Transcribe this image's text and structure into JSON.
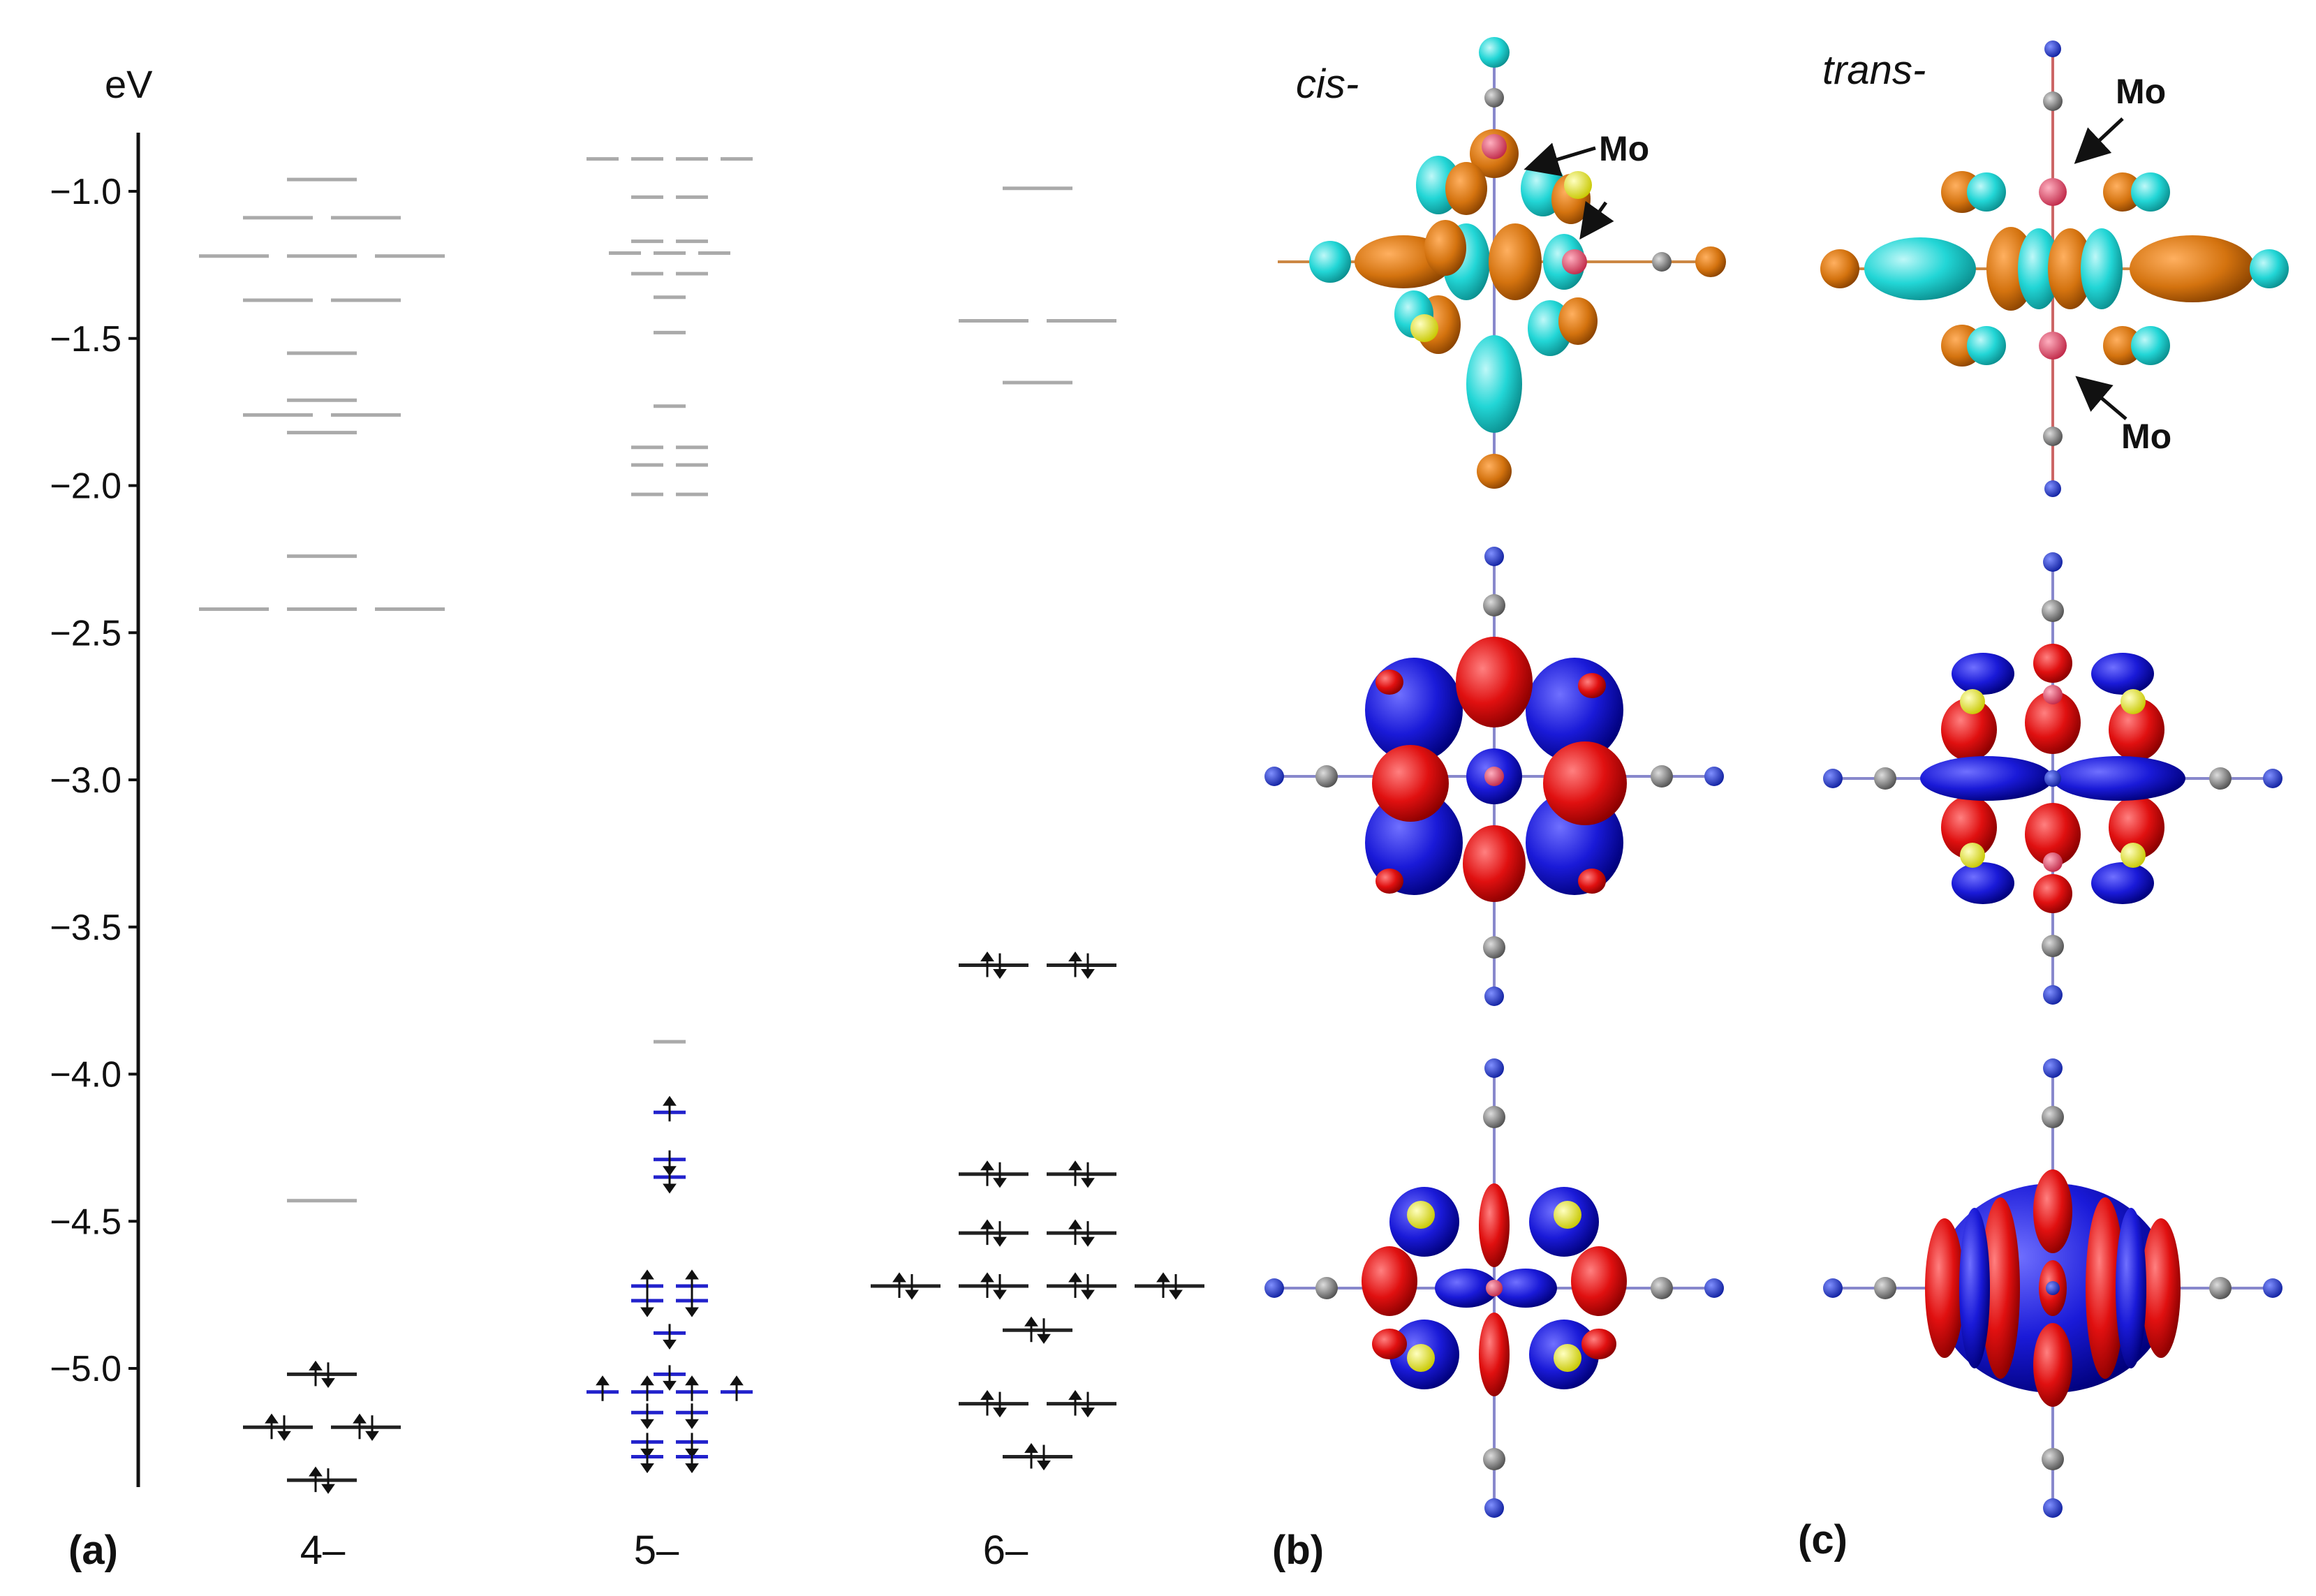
{
  "energy_axis": {
    "unit": "eV",
    "ticks": [
      "−1.0",
      "−1.5",
      "−2.0",
      "−2.5",
      "−3.0",
      "−3.5",
      "−4.0",
      "−4.5",
      "−5.0"
    ],
    "tick_values": [
      -1.0,
      -1.5,
      -2.0,
      -2.5,
      -3.0,
      -3.5,
      -4.0,
      -4.5,
      -5.0
    ],
    "range": [
      -5.4,
      -0.8
    ]
  },
  "panel_labels": {
    "a": "(a)",
    "b": "(b)",
    "c": "(c)"
  },
  "columns": [
    {
      "label": "4–",
      "empty_levels": [
        {
          "e": -0.96,
          "slots": [
            1
          ]
        },
        {
          "e": -1.09,
          "slots": [
            0.5,
            1.5
          ]
        },
        {
          "e": -1.22,
          "slots": [
            0,
            1,
            2
          ]
        },
        {
          "e": -1.37,
          "slots": [
            0.5,
            1.5
          ]
        },
        {
          "e": -1.55,
          "slots": [
            1
          ]
        },
        {
          "e": -1.71,
          "slots": [
            1
          ]
        },
        {
          "e": -1.76,
          "slots": [
            0.5,
            1.5
          ]
        },
        {
          "e": -1.82,
          "slots": [
            1
          ]
        },
        {
          "e": -2.24,
          "slots": [
            1
          ]
        },
        {
          "e": -2.42,
          "slots": [
            0,
            1,
            2
          ]
        },
        {
          "e": -4.43,
          "slots": [
            1
          ]
        }
      ],
      "filled_levels": [
        {
          "e": -5.02,
          "slots": [
            1
          ]
        },
        {
          "e": -5.2,
          "slots": [
            0.5,
            1.5
          ]
        },
        {
          "e": -5.38,
          "slots": [
            1
          ]
        }
      ]
    },
    {
      "label": "5–",
      "empty_levels": [
        {
          "e": -0.89,
          "slots": [
            0,
            1,
            2,
            3
          ]
        },
        {
          "e": -1.02,
          "slots": [
            1,
            2
          ]
        },
        {
          "e": -1.17,
          "slots": [
            1,
            2
          ]
        },
        {
          "e": -1.21,
          "slots": [
            0.5,
            1.5,
            2.5
          ]
        },
        {
          "e": -1.28,
          "slots": [
            1,
            2
          ]
        },
        {
          "e": -1.36,
          "slots": [
            1.5
          ]
        },
        {
          "e": -1.48,
          "slots": [
            1.5
          ]
        },
        {
          "e": -1.73,
          "slots": [
            1.5
          ]
        },
        {
          "e": -1.87,
          "slots": [
            1,
            2
          ]
        },
        {
          "e": -1.93,
          "slots": [
            1,
            2
          ]
        },
        {
          "e": -2.03,
          "slots": [
            1,
            2
          ]
        },
        {
          "e": -3.89,
          "slots": [
            1.5
          ]
        }
      ],
      "alpha_levels": [
        {
          "e": -4.13,
          "slots": [
            1.5
          ]
        },
        {
          "e": -4.72,
          "slots": [
            1,
            2
          ]
        },
        {
          "e": -5.08,
          "slots": [
            0,
            1,
            2,
            3
          ]
        }
      ],
      "beta_levels": [
        {
          "e": -4.29,
          "slots": [
            1.5
          ]
        },
        {
          "e": -4.35,
          "slots": [
            1.5
          ]
        },
        {
          "e": -4.77,
          "slots": [
            1,
            2
          ]
        },
        {
          "e": -4.88,
          "slots": [
            1.5
          ]
        },
        {
          "e": -5.02,
          "slots": [
            1.5
          ]
        },
        {
          "e": -5.15,
          "slots": [
            1,
            2
          ]
        },
        {
          "e": -5.25,
          "slots": [
            1,
            2
          ]
        },
        {
          "e": -5.3,
          "slots": [
            1,
            2
          ]
        }
      ]
    },
    {
      "label": "6–",
      "empty_levels": [
        {
          "e": -0.99,
          "slots": [
            1
          ]
        },
        {
          "e": -1.44,
          "slots": [
            0.5,
            1.5
          ]
        },
        {
          "e": -1.65,
          "slots": [
            1
          ]
        }
      ],
      "filled_levels": [
        {
          "e": -3.63,
          "slots": [
            0.5,
            1.5
          ]
        },
        {
          "e": -4.34,
          "slots": [
            0.5,
            1.5
          ]
        },
        {
          "e": -4.54,
          "slots": [
            0.5,
            1.5
          ]
        },
        {
          "e": -4.72,
          "slots": [
            -0.5,
            0.5,
            1.5,
            2.5
          ]
        },
        {
          "e": -4.87,
          "slots": [
            1
          ]
        },
        {
          "e": -5.12,
          "slots": [
            0.5,
            1.5
          ]
        },
        {
          "e": -5.3,
          "slots": [
            1
          ]
        }
      ]
    }
  ],
  "isomer_labels": {
    "cis": "cis-",
    "trans": "trans-"
  },
  "atom_label": "Mo",
  "colors": {
    "empty_level": "#aaaaaa",
    "filled_level": "#222222",
    "beta_level": "#2222cc",
    "lobe_orange": "#d4730f",
    "lobe_cyan": "#22d6d6",
    "lobe_red": "#e01010",
    "lobe_blue": "#1a1ad8",
    "atom_mo": "#e05070",
    "atom_s": "#f0f020",
    "atom_c": "#808080",
    "atom_n": "#2030d0"
  }
}
